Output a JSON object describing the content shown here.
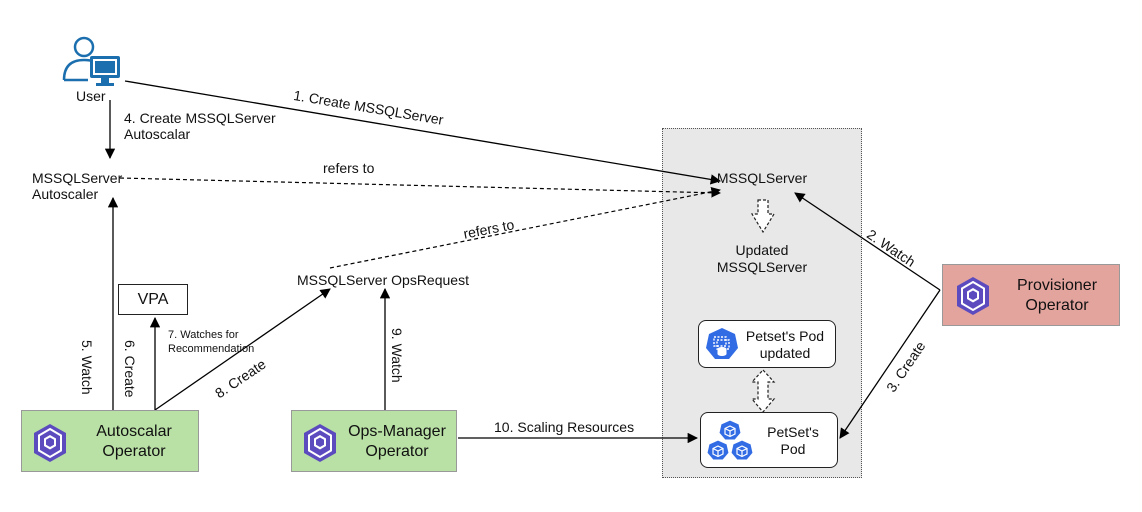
{
  "nodes": {
    "user": "User",
    "mssql_autoscaler": [
      "MSSQLServer",
      "Autoscaler"
    ],
    "mssqlserver": "MSSQLServer",
    "updated_mssqlserver": [
      "Updated",
      "MSSQLServer"
    ],
    "ops_request": "MSSQLServer OpsRequest",
    "vpa": "VPA",
    "petset_pod_updated": [
      "Petset's Pod",
      "updated"
    ],
    "petset_pod": [
      "PetSet's",
      "Pod"
    ],
    "autoscalar_operator": [
      "Autoscalar",
      "Operator"
    ],
    "ops_manager_operator": [
      "Ops-Manager",
      "Operator"
    ],
    "provisioner_operator": [
      "Provisioner",
      "Operator"
    ]
  },
  "edges": {
    "e1": "1. Create MSSQLServer",
    "e2": "2. Watch",
    "e3": "3. Create",
    "e4": [
      "4. Create MSSQLServer",
      "Autoscalar"
    ],
    "e5": "5. Watch",
    "e6": "6. Create",
    "e7": [
      "7. Watches for",
      "Recommendation"
    ],
    "e8": "8. Create",
    "e9": "9. Watch",
    "e10": "10. Scaling Resources",
    "refers_to_1": "refers to",
    "refers_to_2": "refers to"
  },
  "colors": {
    "operator_green": "#b9e0a5",
    "operator_red": "#e4a49e",
    "kube_icon_purple": "#5b4bbf",
    "kube_icon_blue": "#326ce5",
    "user_icon_blue": "#1b6fae",
    "zone_fill": "#e8e8e8"
  },
  "icons": {
    "user": "user-computer-icon",
    "operator": "kubernetes-operator-icon",
    "pod_updated": "kubernetes-petset-icon",
    "pod": "kubernetes-pods-icon"
  }
}
